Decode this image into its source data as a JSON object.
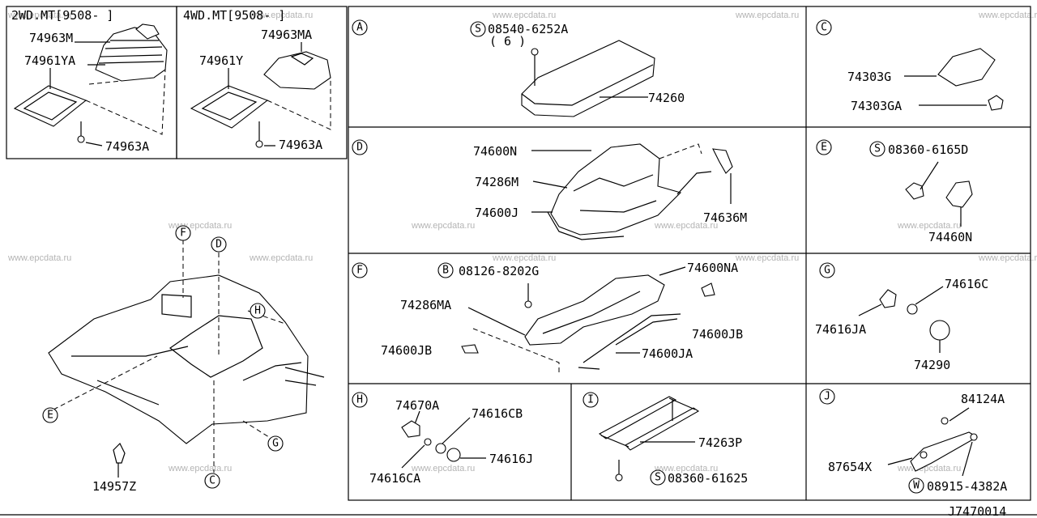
{
  "watermark": "www.epcdata.ru",
  "diagram_id": "J7470014",
  "panels": {
    "mt2wd": {
      "title": "2WD.MT[9508-     ]",
      "labels": [
        "74963M",
        "74961YA",
        "74963A"
      ]
    },
    "mt4wd": {
      "title": "4WD.MT[9508-     ]",
      "labels": [
        "74963MA",
        "74961Y",
        "74963A"
      ]
    },
    "A": {
      "key": "A",
      "screw_mark": "S",
      "screw": "08540-6252A",
      "qty": "( 6 )",
      "labels": [
        "74260"
      ]
    },
    "C": {
      "key": "C",
      "labels": [
        "74303G",
        "74303GA"
      ]
    },
    "D": {
      "key": "D",
      "labels": [
        "74600N",
        "74286M",
        "74600J",
        "74636M"
      ]
    },
    "E": {
      "key": "E",
      "screw_mark": "S",
      "screw": "08360-6165D",
      "labels": [
        "74460N"
      ]
    },
    "F": {
      "key": "F",
      "bolt_mark": "B",
      "bolt": "08126-8202G",
      "labels": [
        "74600NA",
        "74286MA",
        "74600JB",
        "74600JB",
        "74600JA"
      ]
    },
    "G": {
      "key": "G",
      "labels": [
        "74616C",
        "74616JA",
        "74290"
      ]
    },
    "H": {
      "key": "H",
      "labels": [
        "74670A",
        "74616CB",
        "74616J",
        "74616CA"
      ]
    },
    "I": {
      "key": "I",
      "screw_mark": "S",
      "screw": "08360-61625",
      "labels": [
        "74263P"
      ]
    },
    "J": {
      "key": "J",
      "washer_mark": "W",
      "washer": "08915-4382A",
      "labels": [
        "84124A",
        "87654X"
      ]
    }
  },
  "overview": {
    "keys": [
      "F",
      "D",
      "H",
      "E",
      "G",
      "C"
    ],
    "clip_label": "14957Z"
  }
}
